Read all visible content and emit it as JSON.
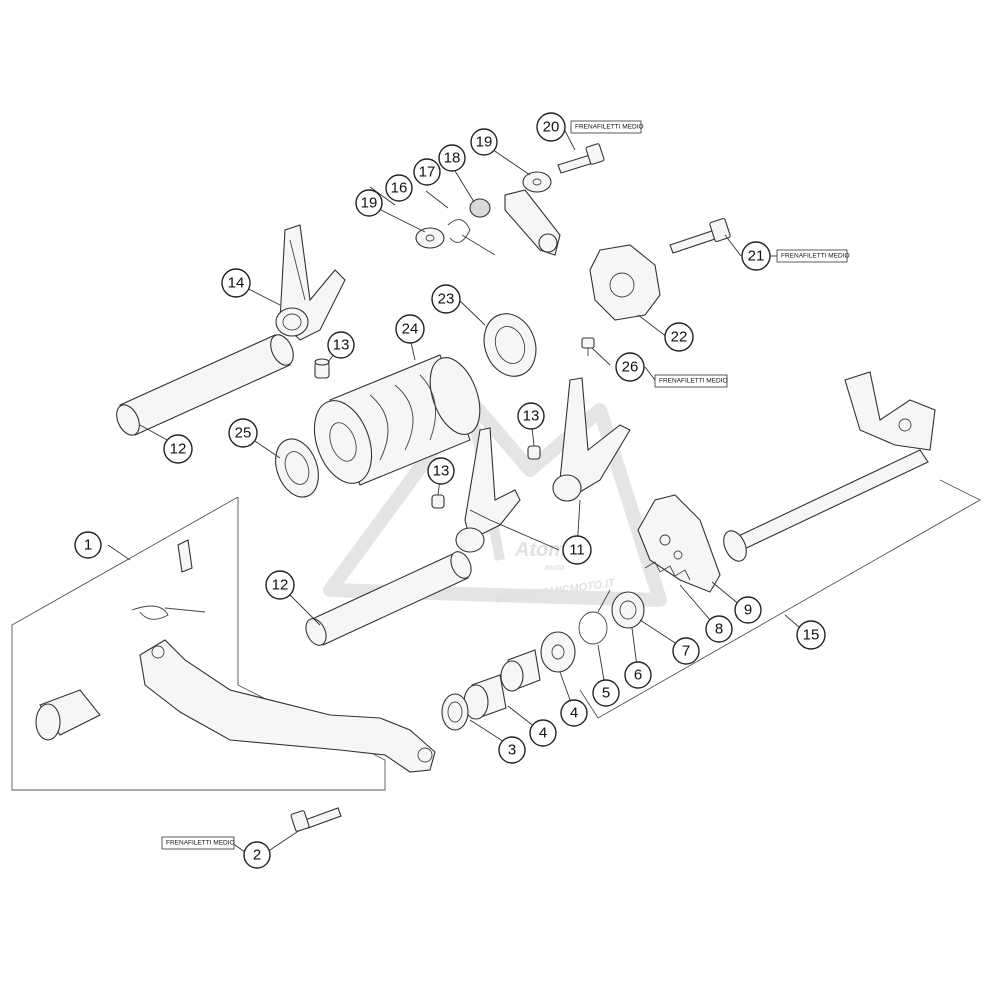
{
  "callouts": {
    "c1": "1",
    "c2": "2",
    "c3": "3",
    "c4": "4",
    "c5": "5",
    "c6": "6",
    "c7": "7",
    "c8": "8",
    "c9": "9",
    "c11": "11",
    "c12a": "12",
    "c12b": "12",
    "c13a": "13",
    "c13b": "13",
    "c13c": "13",
    "c14": "14",
    "c15": "15",
    "c16": "16",
    "c17": "17",
    "c18": "18",
    "c19a": "19",
    "c19b": "19",
    "c20": "20",
    "c21": "21",
    "c22": "22",
    "c23": "23",
    "c24": "24",
    "c25": "25",
    "c26": "26"
  },
  "notes": {
    "n20": "FRENAFILETTI MEDIO",
    "n21": "FRENAFILETTI MEDIO",
    "n26": "FRENAFILETTI MEDIO",
    "n2": "FRENAFILETTI MEDIO"
  },
  "watermark": {
    "brand": "Atomic",
    "sub": "moto",
    "url": "WWW.ATOMICMOTO.IT"
  }
}
